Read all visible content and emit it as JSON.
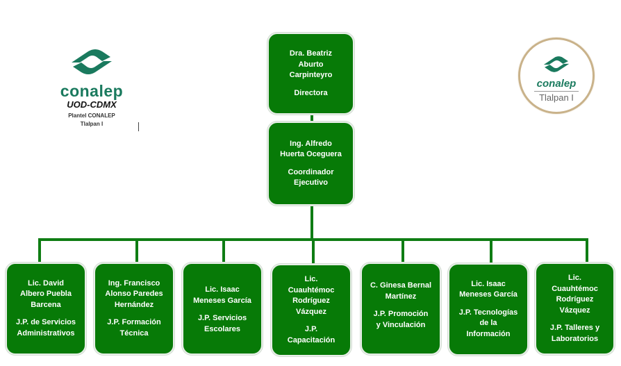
{
  "logos": {
    "left": {
      "brand": "conalep",
      "line1": "UOD-CDMX",
      "line2": "Plantel CONALEP",
      "line3": "Tlalpan I"
    },
    "right": {
      "brand": "conalep",
      "subtitle": "Tlalpan I"
    }
  },
  "colors": {
    "node_fill": "#077a07",
    "connector": "#0f7d14",
    "brand_teal": "#1a7a5e",
    "ring_gold": "#c9b28a"
  },
  "org_chart": {
    "director": {
      "name_lines": [
        "Dra. Beatriz",
        "Aburto",
        "Carpinteyro"
      ],
      "title_lines": [
        "Directora"
      ]
    },
    "coordinator": {
      "name_lines": [
        "Ing. Alfredo",
        "Huerta Oceguera"
      ],
      "title_lines": [
        "Coordinador",
        "Ejecutivo"
      ]
    },
    "departments": [
      {
        "name_lines": [
          "Lic. David",
          "Albero Puebla",
          "Barcena"
        ],
        "title_lines": [
          "J.P. de Servicios",
          "Administrativos"
        ]
      },
      {
        "name_lines": [
          "Ing. Francisco",
          "Alonso Paredes",
          "Hernández"
        ],
        "title_lines": [
          "J.P. Formación",
          "Técnica"
        ]
      },
      {
        "name_lines": [
          "Lic. Isaac",
          "Meneses García"
        ],
        "title_lines": [
          "J.P. Servicios",
          "Escolares"
        ]
      },
      {
        "name_lines": [
          "Lic.",
          "Cuauhtémoc",
          "Rodríguez",
          "Vázquez"
        ],
        "title_lines": [
          "J.P.",
          "Capacitación"
        ]
      },
      {
        "name_lines": [
          "C. Ginesa Bernal",
          "Martínez"
        ],
        "title_lines": [
          "J.P. Promoción",
          "y Vinculación"
        ]
      },
      {
        "name_lines": [
          "Lic. Isaac",
          "Meneses García"
        ],
        "title_lines": [
          "J.P. Tecnologías",
          "de la",
          "Información"
        ]
      },
      {
        "name_lines": [
          "Lic.",
          "Cuauhtémoc",
          "Rodríguez",
          "Vázquez"
        ],
        "title_lines": [
          "J.P. Talleres y",
          "Laboratorios"
        ]
      }
    ]
  }
}
